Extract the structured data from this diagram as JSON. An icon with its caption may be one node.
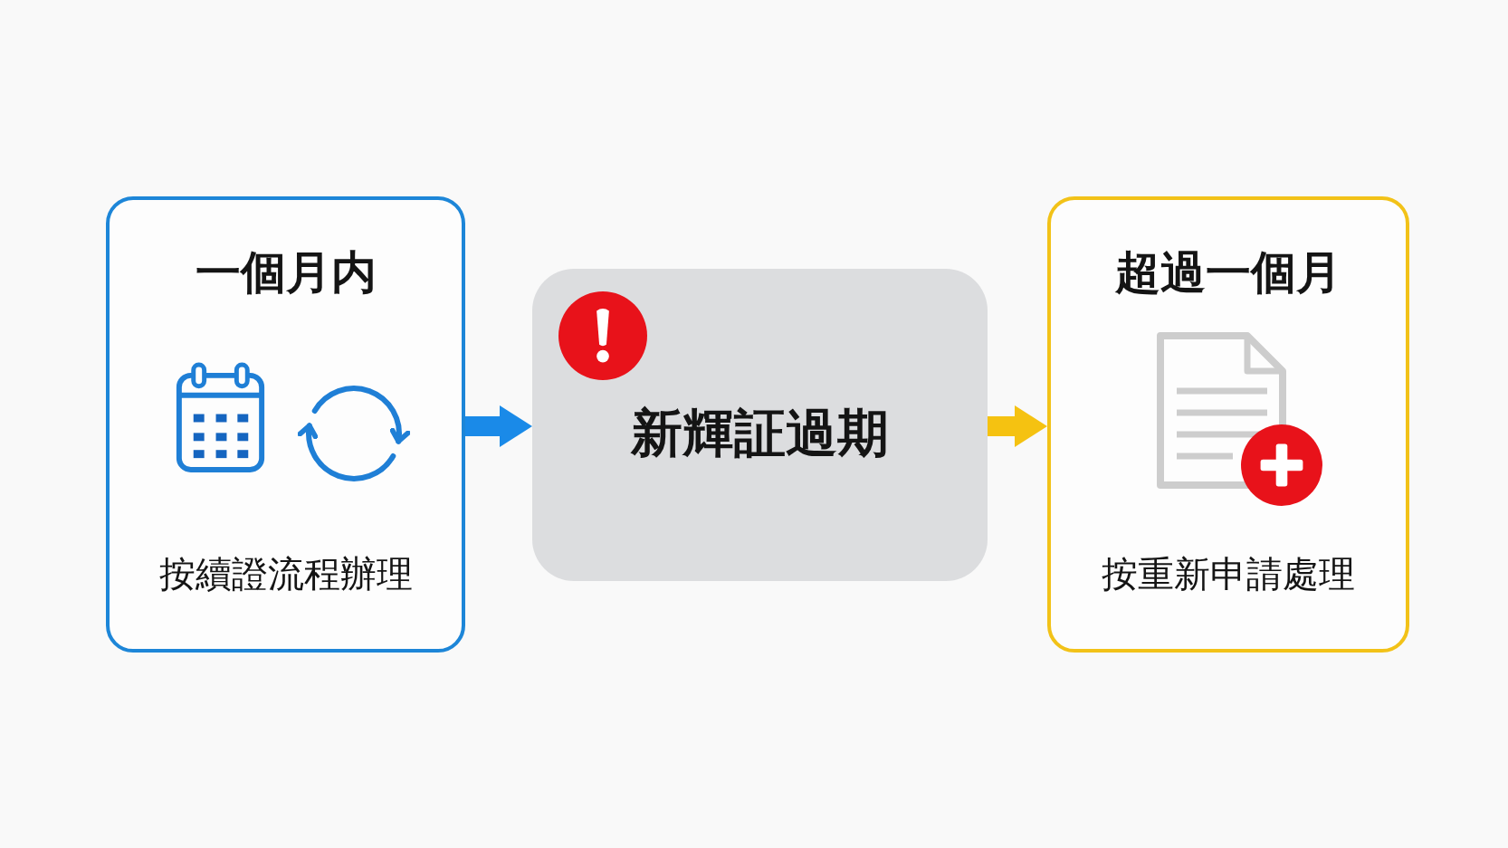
{
  "diagram": {
    "nodes": [
      {
        "text": [
          "一個月内",
          "按續證流程辦理"
        ]
      },
      {
        "text": [
          "新輝証過期"
        ]
      },
      {
        "text": [
          "超過一個月",
          "按重新申請處理"
        ]
      }
    ],
    "edges": [
      {
        "from": 0,
        "to": 1,
        "arrow": "to",
        "color": "#1a8ae8"
      },
      {
        "from": 1,
        "to": 2,
        "arrow": "to",
        "color": "#f5c211"
      }
    ]
  }
}
